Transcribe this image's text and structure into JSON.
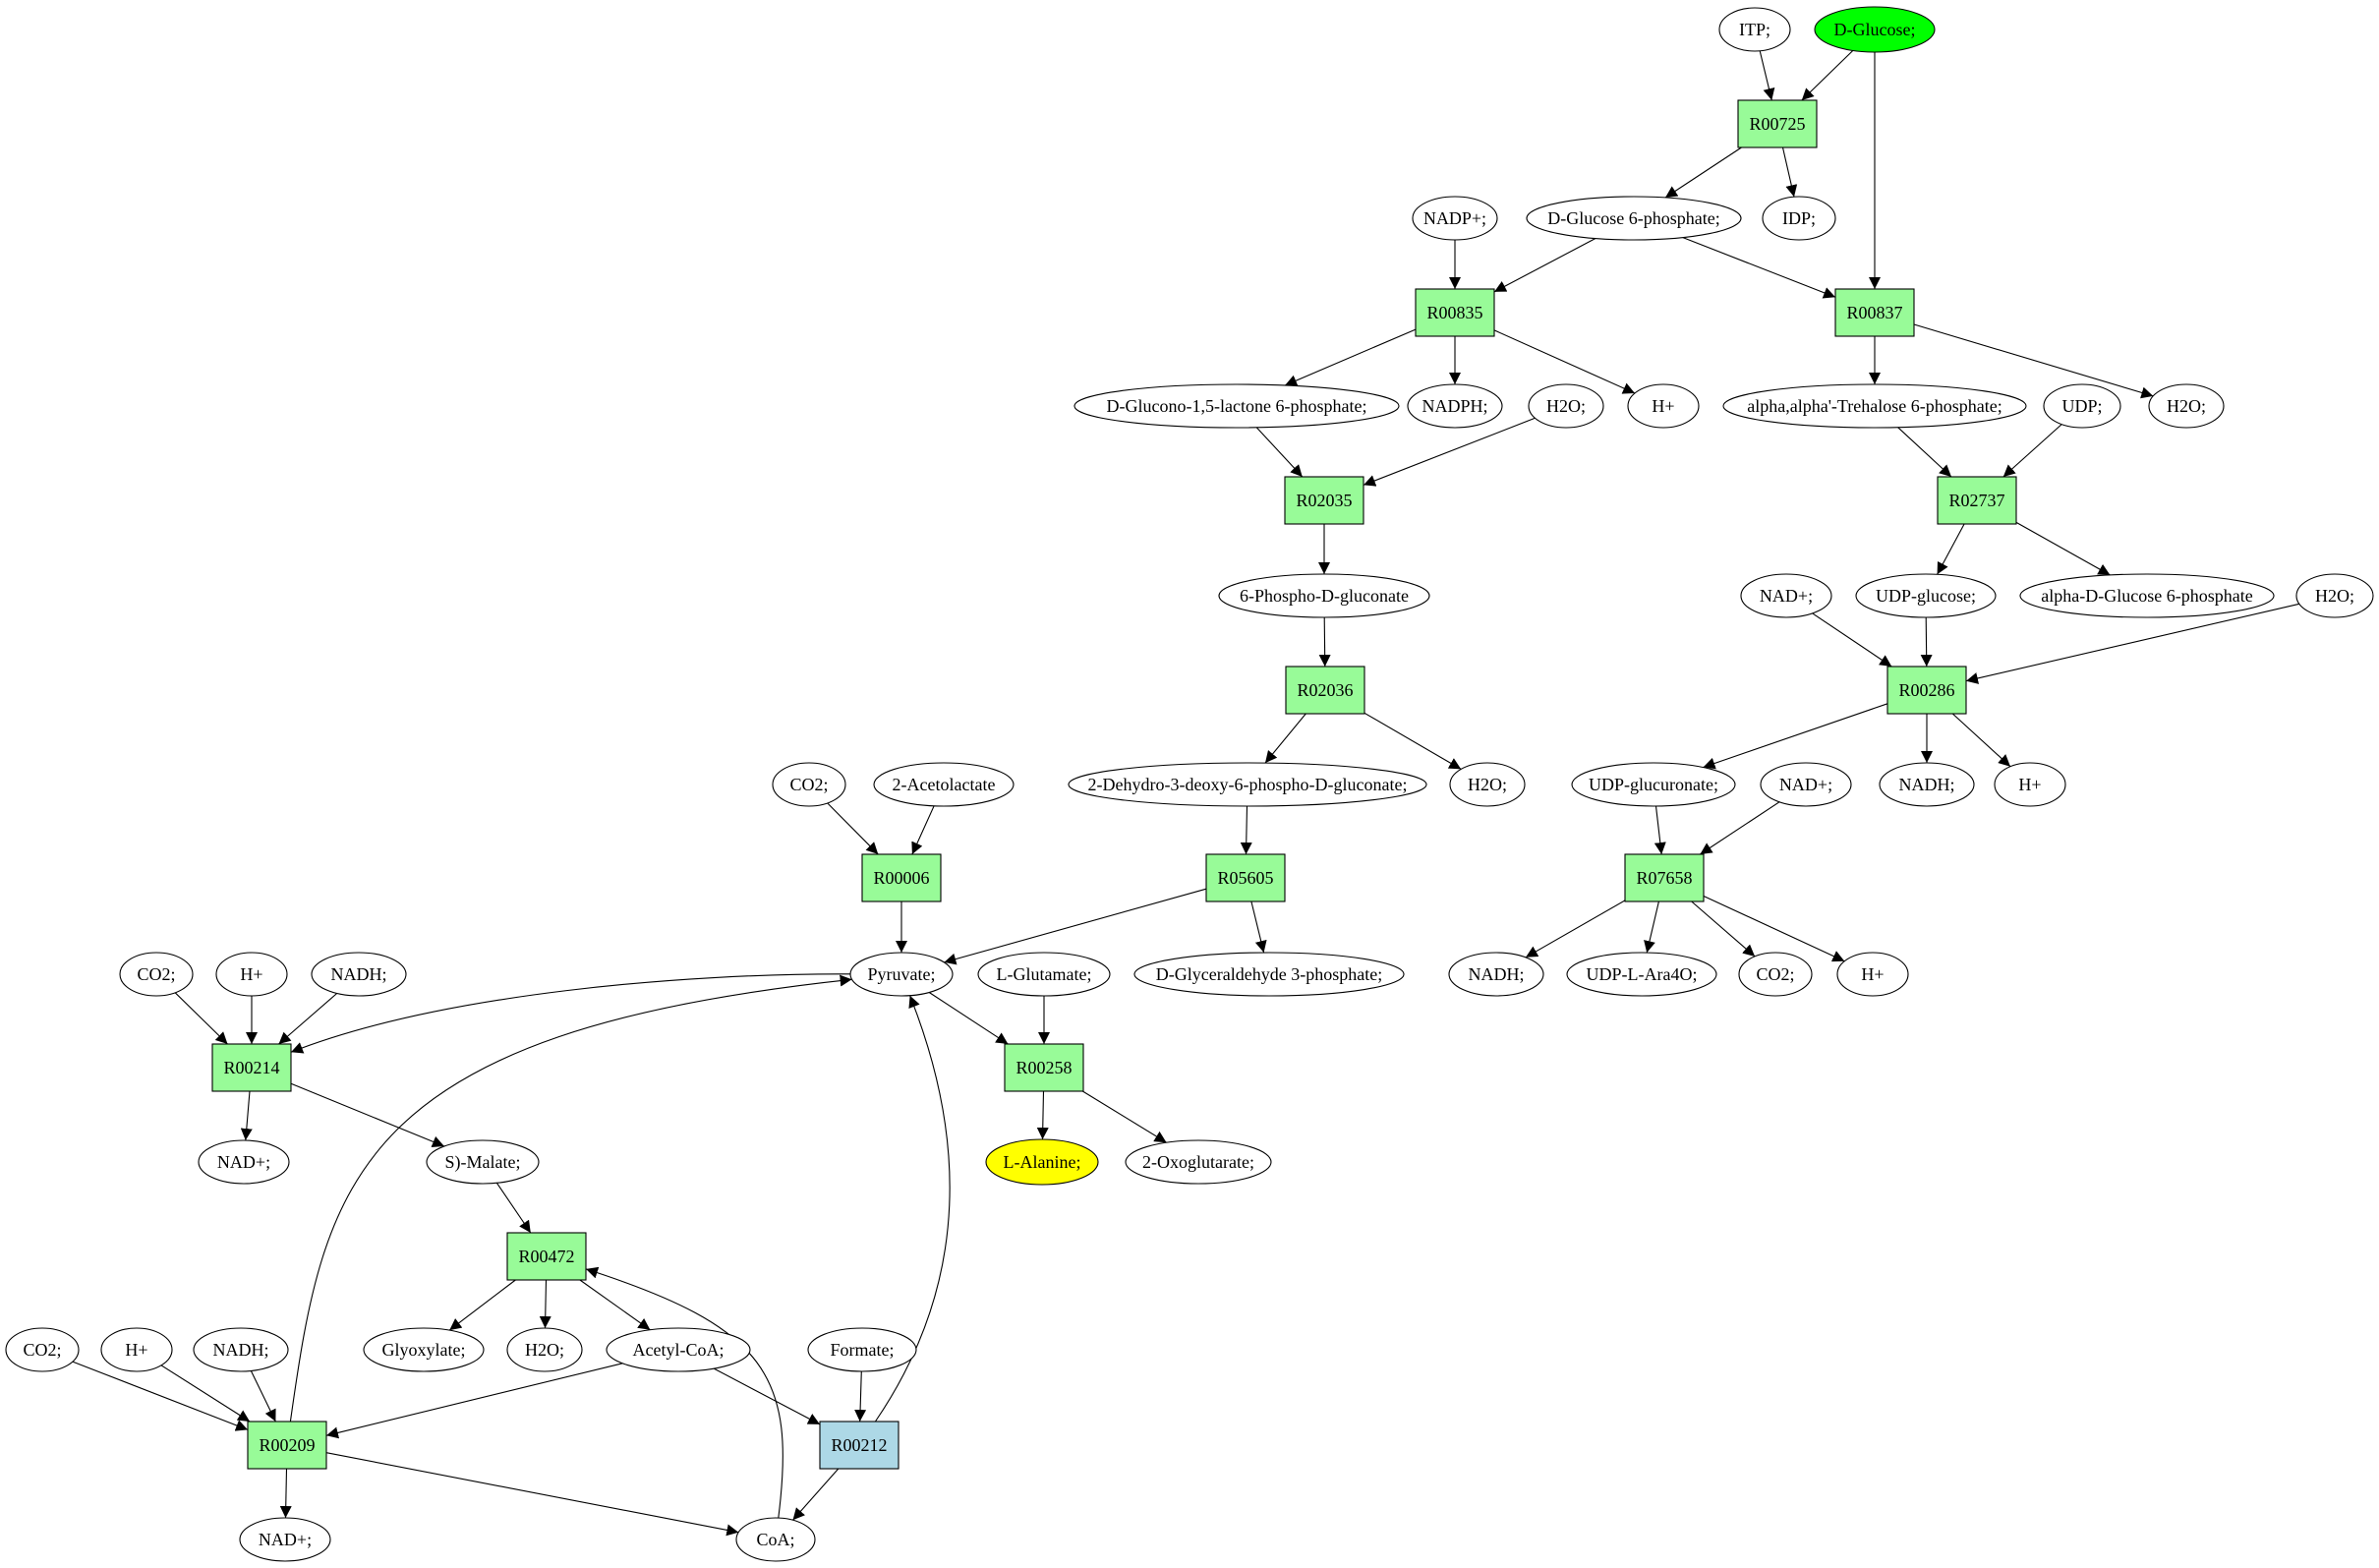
{
  "diagram": {
    "type": "metabolic-pathway-graph",
    "colors": {
      "reaction": "#98fb98",
      "reaction_highlight": "#add8e6",
      "compound": "#ffffff",
      "source_compound": "#00ff00",
      "target_compound": "#ffff00",
      "stroke": "#000000"
    },
    "nodes": [
      {
        "id": "itp",
        "label": "ITP;",
        "kind": "compound"
      },
      {
        "id": "dglucose",
        "label": "D-Glucose;",
        "kind": "compound",
        "role": "source"
      },
      {
        "id": "R00725",
        "label": "R00725",
        "kind": "reaction"
      },
      {
        "id": "nadp",
        "label": "NADP+;",
        "kind": "compound"
      },
      {
        "id": "g6p",
        "label": "D-Glucose 6-phosphate;",
        "kind": "compound"
      },
      {
        "id": "idp",
        "label": "IDP;",
        "kind": "compound"
      },
      {
        "id": "R00835",
        "label": "R00835",
        "kind": "reaction"
      },
      {
        "id": "R00837",
        "label": "R00837",
        "kind": "reaction"
      },
      {
        "id": "glucono",
        "label": "D-Glucono-1,5-lactone 6-phosphate;",
        "kind": "compound"
      },
      {
        "id": "nadph",
        "label": "NADPH;",
        "kind": "compound"
      },
      {
        "id": "h2o_a",
        "label": "H2O;",
        "kind": "compound"
      },
      {
        "id": "hplus_a",
        "label": "H+",
        "kind": "compound"
      },
      {
        "id": "trehalose6p",
        "label": "alpha,alpha'-Trehalose 6-phosphate;",
        "kind": "compound"
      },
      {
        "id": "udp",
        "label": "UDP;",
        "kind": "compound"
      },
      {
        "id": "h2o_b",
        "label": "H2O;",
        "kind": "compound"
      },
      {
        "id": "R02035",
        "label": "R02035",
        "kind": "reaction"
      },
      {
        "id": "R02737",
        "label": "R02737",
        "kind": "reaction"
      },
      {
        "id": "phosphogluconate",
        "label": "6-Phospho-D-gluconate",
        "kind": "compound"
      },
      {
        "id": "nad_a",
        "label": "NAD+;",
        "kind": "compound"
      },
      {
        "id": "udpglucose",
        "label": "UDP-glucose;",
        "kind": "compound"
      },
      {
        "id": "alphag6p",
        "label": "alpha-D-Glucose 6-phosphate",
        "kind": "compound"
      },
      {
        "id": "h2o_c",
        "label": "H2O;",
        "kind": "compound"
      },
      {
        "id": "R02036",
        "label": "R02036",
        "kind": "reaction"
      },
      {
        "id": "R00286",
        "label": "R00286",
        "kind": "reaction"
      },
      {
        "id": "co2_a",
        "label": "CO2;",
        "kind": "compound"
      },
      {
        "id": "acetolactate",
        "label": "2-Acetolactate",
        "kind": "compound"
      },
      {
        "id": "kdpg",
        "label": "2-Dehydro-3-deoxy-6-phospho-D-gluconate;",
        "kind": "compound"
      },
      {
        "id": "h2o_d",
        "label": "H2O;",
        "kind": "compound"
      },
      {
        "id": "udpglucuronate",
        "label": "UDP-glucuronate;",
        "kind": "compound"
      },
      {
        "id": "nad_b",
        "label": "NAD+;",
        "kind": "compound"
      },
      {
        "id": "nadh_a",
        "label": "NADH;",
        "kind": "compound"
      },
      {
        "id": "hplus_b",
        "label": "H+",
        "kind": "compound"
      },
      {
        "id": "R00006",
        "label": "R00006",
        "kind": "reaction"
      },
      {
        "id": "R05605",
        "label": "R05605",
        "kind": "reaction"
      },
      {
        "id": "R07658",
        "label": "R07658",
        "kind": "reaction"
      },
      {
        "id": "co2_b",
        "label": "CO2;",
        "kind": "compound"
      },
      {
        "id": "hplus_c",
        "label": "H+",
        "kind": "compound"
      },
      {
        "id": "nadh_b",
        "label": "NADH;",
        "kind": "compound"
      },
      {
        "id": "pyruvate",
        "label": "Pyruvate;",
        "kind": "compound"
      },
      {
        "id": "glutamate",
        "label": "L-Glutamate;",
        "kind": "compound"
      },
      {
        "id": "gap",
        "label": "D-Glyceraldehyde 3-phosphate;",
        "kind": "compound"
      },
      {
        "id": "nadh_c",
        "label": "NADH;",
        "kind": "compound"
      },
      {
        "id": "udpara4o",
        "label": "UDP-L-Ara4O;",
        "kind": "compound"
      },
      {
        "id": "co2_c",
        "label": "CO2;",
        "kind": "compound"
      },
      {
        "id": "hplus_d",
        "label": "H+",
        "kind": "compound"
      },
      {
        "id": "R00214",
        "label": "R00214",
        "kind": "reaction"
      },
      {
        "id": "R00258",
        "label": "R00258",
        "kind": "reaction"
      },
      {
        "id": "nad_c",
        "label": "NAD+;",
        "kind": "compound"
      },
      {
        "id": "malate",
        "label": "S)-Malate;",
        "kind": "compound"
      },
      {
        "id": "alanine",
        "label": "L-Alanine;",
        "kind": "compound",
        "role": "target"
      },
      {
        "id": "oxoglutarate",
        "label": "2-Oxoglutarate;",
        "kind": "compound"
      },
      {
        "id": "R00472",
        "label": "R00472",
        "kind": "reaction"
      },
      {
        "id": "co2_d",
        "label": "CO2;",
        "kind": "compound"
      },
      {
        "id": "hplus_e",
        "label": "H+",
        "kind": "compound"
      },
      {
        "id": "nadh_d",
        "label": "NADH;",
        "kind": "compound"
      },
      {
        "id": "glyoxylate",
        "label": "Glyoxylate;",
        "kind": "compound"
      },
      {
        "id": "h2o_e",
        "label": "H2O;",
        "kind": "compound"
      },
      {
        "id": "acetylcoa",
        "label": "Acetyl-CoA;",
        "kind": "compound"
      },
      {
        "id": "formate",
        "label": "Formate;",
        "kind": "compound"
      },
      {
        "id": "R00209",
        "label": "R00209",
        "kind": "reaction"
      },
      {
        "id": "R00212",
        "label": "R00212",
        "kind": "reaction",
        "highlight": true
      },
      {
        "id": "nad_d",
        "label": "NAD+;",
        "kind": "compound"
      },
      {
        "id": "coa",
        "label": "CoA;",
        "kind": "compound"
      }
    ],
    "edges": [
      [
        "itp",
        "R00725"
      ],
      [
        "dglucose",
        "R00725"
      ],
      [
        "dglucose",
        "R00837"
      ],
      [
        "R00725",
        "g6p"
      ],
      [
        "R00725",
        "idp"
      ],
      [
        "nadp",
        "R00835"
      ],
      [
        "g6p",
        "R00835"
      ],
      [
        "g6p",
        "R00837"
      ],
      [
        "R00835",
        "glucono"
      ],
      [
        "R00835",
        "nadph"
      ],
      [
        "R00835",
        "hplus_a"
      ],
      [
        "R00837",
        "trehalose6p"
      ],
      [
        "R00837",
        "h2o_b"
      ],
      [
        "glucono",
        "R02035"
      ],
      [
        "h2o_a",
        "R02035"
      ],
      [
        "trehalose6p",
        "R02737"
      ],
      [
        "udp",
        "R02737"
      ],
      [
        "R02035",
        "phosphogluconate"
      ],
      [
        "R02737",
        "udpglucose"
      ],
      [
        "R02737",
        "alphag6p"
      ],
      [
        "phosphogluconate",
        "R02036"
      ],
      [
        "nad_a",
        "R00286"
      ],
      [
        "udpglucose",
        "R00286"
      ],
      [
        "h2o_c",
        "R00286"
      ],
      [
        "R02036",
        "kdpg"
      ],
      [
        "R02036",
        "h2o_d"
      ],
      [
        "R00286",
        "udpglucuronate"
      ],
      [
        "R00286",
        "nadh_a"
      ],
      [
        "R00286",
        "hplus_b"
      ],
      [
        "co2_a",
        "R00006"
      ],
      [
        "acetolactate",
        "R00006"
      ],
      [
        "kdpg",
        "R05605"
      ],
      [
        "udpglucuronate",
        "R07658"
      ],
      [
        "nad_b",
        "R07658"
      ],
      [
        "R00006",
        "pyruvate"
      ],
      [
        "R05605",
        "pyruvate"
      ],
      [
        "R05605",
        "gap"
      ],
      [
        "R07658",
        "nadh_c"
      ],
      [
        "R07658",
        "udpara4o"
      ],
      [
        "R07658",
        "co2_c"
      ],
      [
        "R07658",
        "hplus_d"
      ],
      [
        "co2_b",
        "R00214"
      ],
      [
        "hplus_c",
        "R00214"
      ],
      [
        "nadh_b",
        "R00214"
      ],
      [
        "pyruvate",
        "R00214"
      ],
      [
        "pyruvate",
        "R00258"
      ],
      [
        "glutamate",
        "R00258"
      ],
      [
        "R00214",
        "nad_c"
      ],
      [
        "R00214",
        "malate"
      ],
      [
        "R00258",
        "alanine"
      ],
      [
        "R00258",
        "oxoglutarate"
      ],
      [
        "malate",
        "R00472"
      ],
      [
        "coa",
        "R00472"
      ],
      [
        "R00472",
        "glyoxylate"
      ],
      [
        "R00472",
        "h2o_e"
      ],
      [
        "R00472",
        "acetylcoa"
      ],
      [
        "co2_d",
        "R00209"
      ],
      [
        "hplus_e",
        "R00209"
      ],
      [
        "nadh_d",
        "R00209"
      ],
      [
        "acetylcoa",
        "R00209"
      ],
      [
        "acetylcoa",
        "R00212"
      ],
      [
        "formate",
        "R00212"
      ],
      [
        "R00209",
        "pyruvate"
      ],
      [
        "R00212",
        "pyruvate"
      ],
      [
        "R00209",
        "nad_d"
      ],
      [
        "R00209",
        "coa"
      ],
      [
        "R00212",
        "coa"
      ]
    ]
  }
}
